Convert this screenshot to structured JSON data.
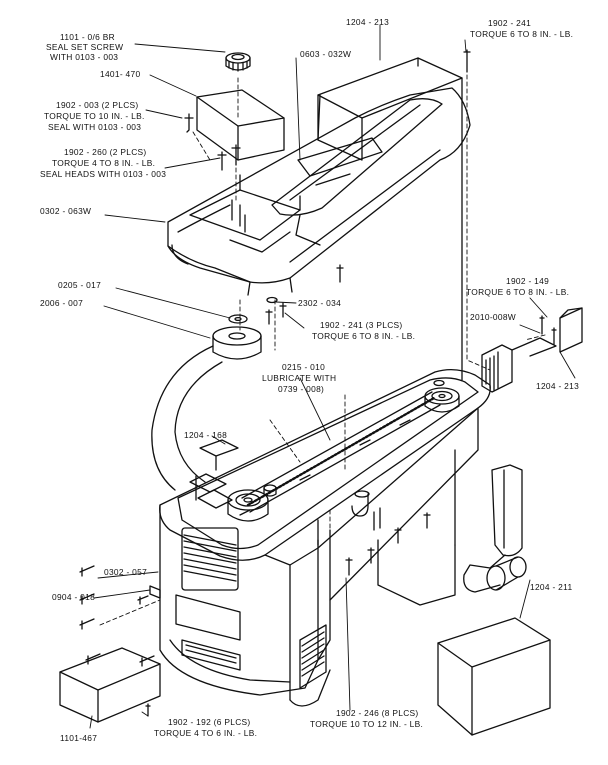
{
  "diagram": {
    "colors": {
      "ink": "#111111",
      "paper": "#ffffff",
      "shade": "#555555"
    },
    "labels": {
      "cap_part": "1101 - 0/6 BR",
      "cap_note1": "SEAL SET SCREW",
      "cap_note2": "WITH 0103 - 003",
      "block_part": "1401- 470",
      "screw_left_part": "1902 - 003 (2 PLCS)",
      "screw_left_note1": "TORQUE TO 10 IN. - LB.",
      "screw_left_note2": "SEAL WITH 0103 - 003",
      "screw_mid_part": "1902 - 260 (2 PLCS)",
      "screw_mid_note1": "TORQUE 4 TO 8 IN. - LB.",
      "screw_mid_note2": "SEAL HEADS WITH 0103 - 003",
      "cover_part": "0302 - 063W",
      "lid_insert_part": "0603 - 032W",
      "top_block_part": "1204 - 213",
      "screw_top_right_part": "1902 - 241",
      "screw_top_right_note": "TORQUE 6 TO 8 IN. - LB.",
      "washer_part": "0205 - 017",
      "pulley_part": "2006 - 007",
      "spacer_part": "2302 - 034",
      "screw_center_part": "1902 - 241 (3 PLCS)",
      "screw_center_note": "TORQUE 6 TO 8 IN. - LB.",
      "screw_right_part": "1902 - 149",
      "screw_right_note": "TORQUE 6 TO 8 IN. - LB.",
      "bracket_part": "2010-008W",
      "right_block_part": "1204 - 213",
      "belt_part": "0215 - 010",
      "belt_note1": "LUBRICATE WITH",
      "belt_note2": "0739 - 008)",
      "pad_part": "1204 - 168",
      "base_part": "0302 - 057",
      "plate_part": "0904 - 018",
      "front_block_part": "1101-467",
      "screw_bottom_left_part": "1902 - 192 (6 PLCS)",
      "screw_bottom_left_note": "TORQUE 4 TO 6 IN. - LB.",
      "screw_bottom_right_part": "1902 - 246 (8 PLCS)",
      "screw_bottom_right_note": "TORQUE 10 TO 12 IN. - LB.",
      "box_right_part": "1204 - 211"
    }
  }
}
